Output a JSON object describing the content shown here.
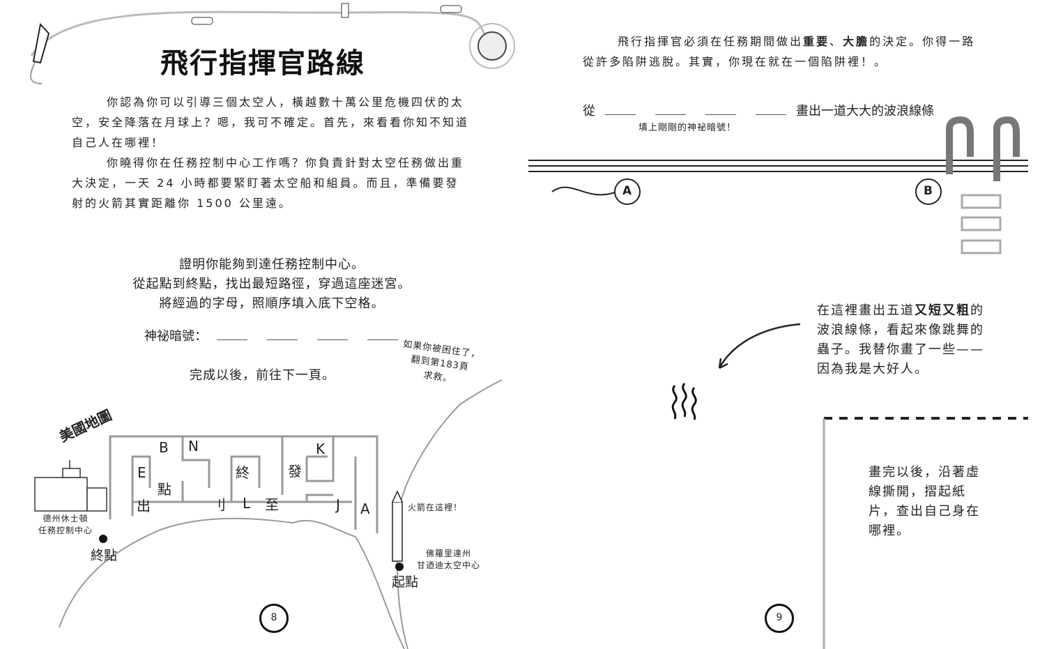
{
  "left_page": {
    "title": "飛行指揮官路線",
    "intro_p1": "你認為你可以引導三個太空人，橫越數十萬公里危機四伏的太空，安全降落在月球上？嗯，我可不確定。首先，來看看你知不知道自己人在哪裡！",
    "intro_p2": "你曉得你在任務控制中心工作嗎？你負責針對太空任務做出重大決定，一天 24 小時都要緊盯著太空船和組員。而且，準備要發射的火箭其實距離你 1500 公里遠。",
    "instructions": [
      "證明你能夠到達任務控制中心。",
      "從起點到終點，找出最短路徑，穿過這座迷宮。",
      "將經過的字母，照順序填入底下空格。"
    ],
    "secret_code_label": "神祕暗號：",
    "next_step": "完成以後，前往下一頁。",
    "stuck_note": [
      "如果你被困住了，",
      "翻到第183頁",
      "求救。"
    ],
    "map_title": "美國地圖",
    "houston_label": [
      "德州休士頓",
      "任務控制中心"
    ],
    "end_label": "終點",
    "florida_label": [
      "佛羅里達州",
      "甘迺迪太空中心"
    ],
    "start_label": "起點",
    "rocket_note": "火箭在這裡！",
    "maze_letters": [
      "B",
      "N",
      "K",
      "E",
      "點",
      "終",
      "發",
      "出",
      "刂",
      "L",
      "至",
      "J",
      "A"
    ],
    "page_number": "8"
  },
  "right_page": {
    "intro": "飛行指揮官必須在任務期間做出",
    "bold1": "重要",
    "sep": "、",
    "bold2": "大膽",
    "intro_rest": "的決定。你得一路從許多陷阱逃脫。其實，你現在就在一個陷阱裡！。",
    "from_label": "從",
    "draw_wave": "畫出一道大大的波浪線條",
    "fill_hint": "填上剛剛的神祕暗號！",
    "point_a": "A",
    "point_b": "B",
    "worms_text_1": "在這裡畫出五道",
    "worms_bold": "又短又粗",
    "worms_text_2": "的波浪線條，看起來像跳舞的蟲子。我替你畫了一些——因為我是大好人。",
    "tear_text": "畫完以後，沿著虛線撕開，摺起紙片，查出自己身在哪裡。",
    "page_number": "9"
  }
}
